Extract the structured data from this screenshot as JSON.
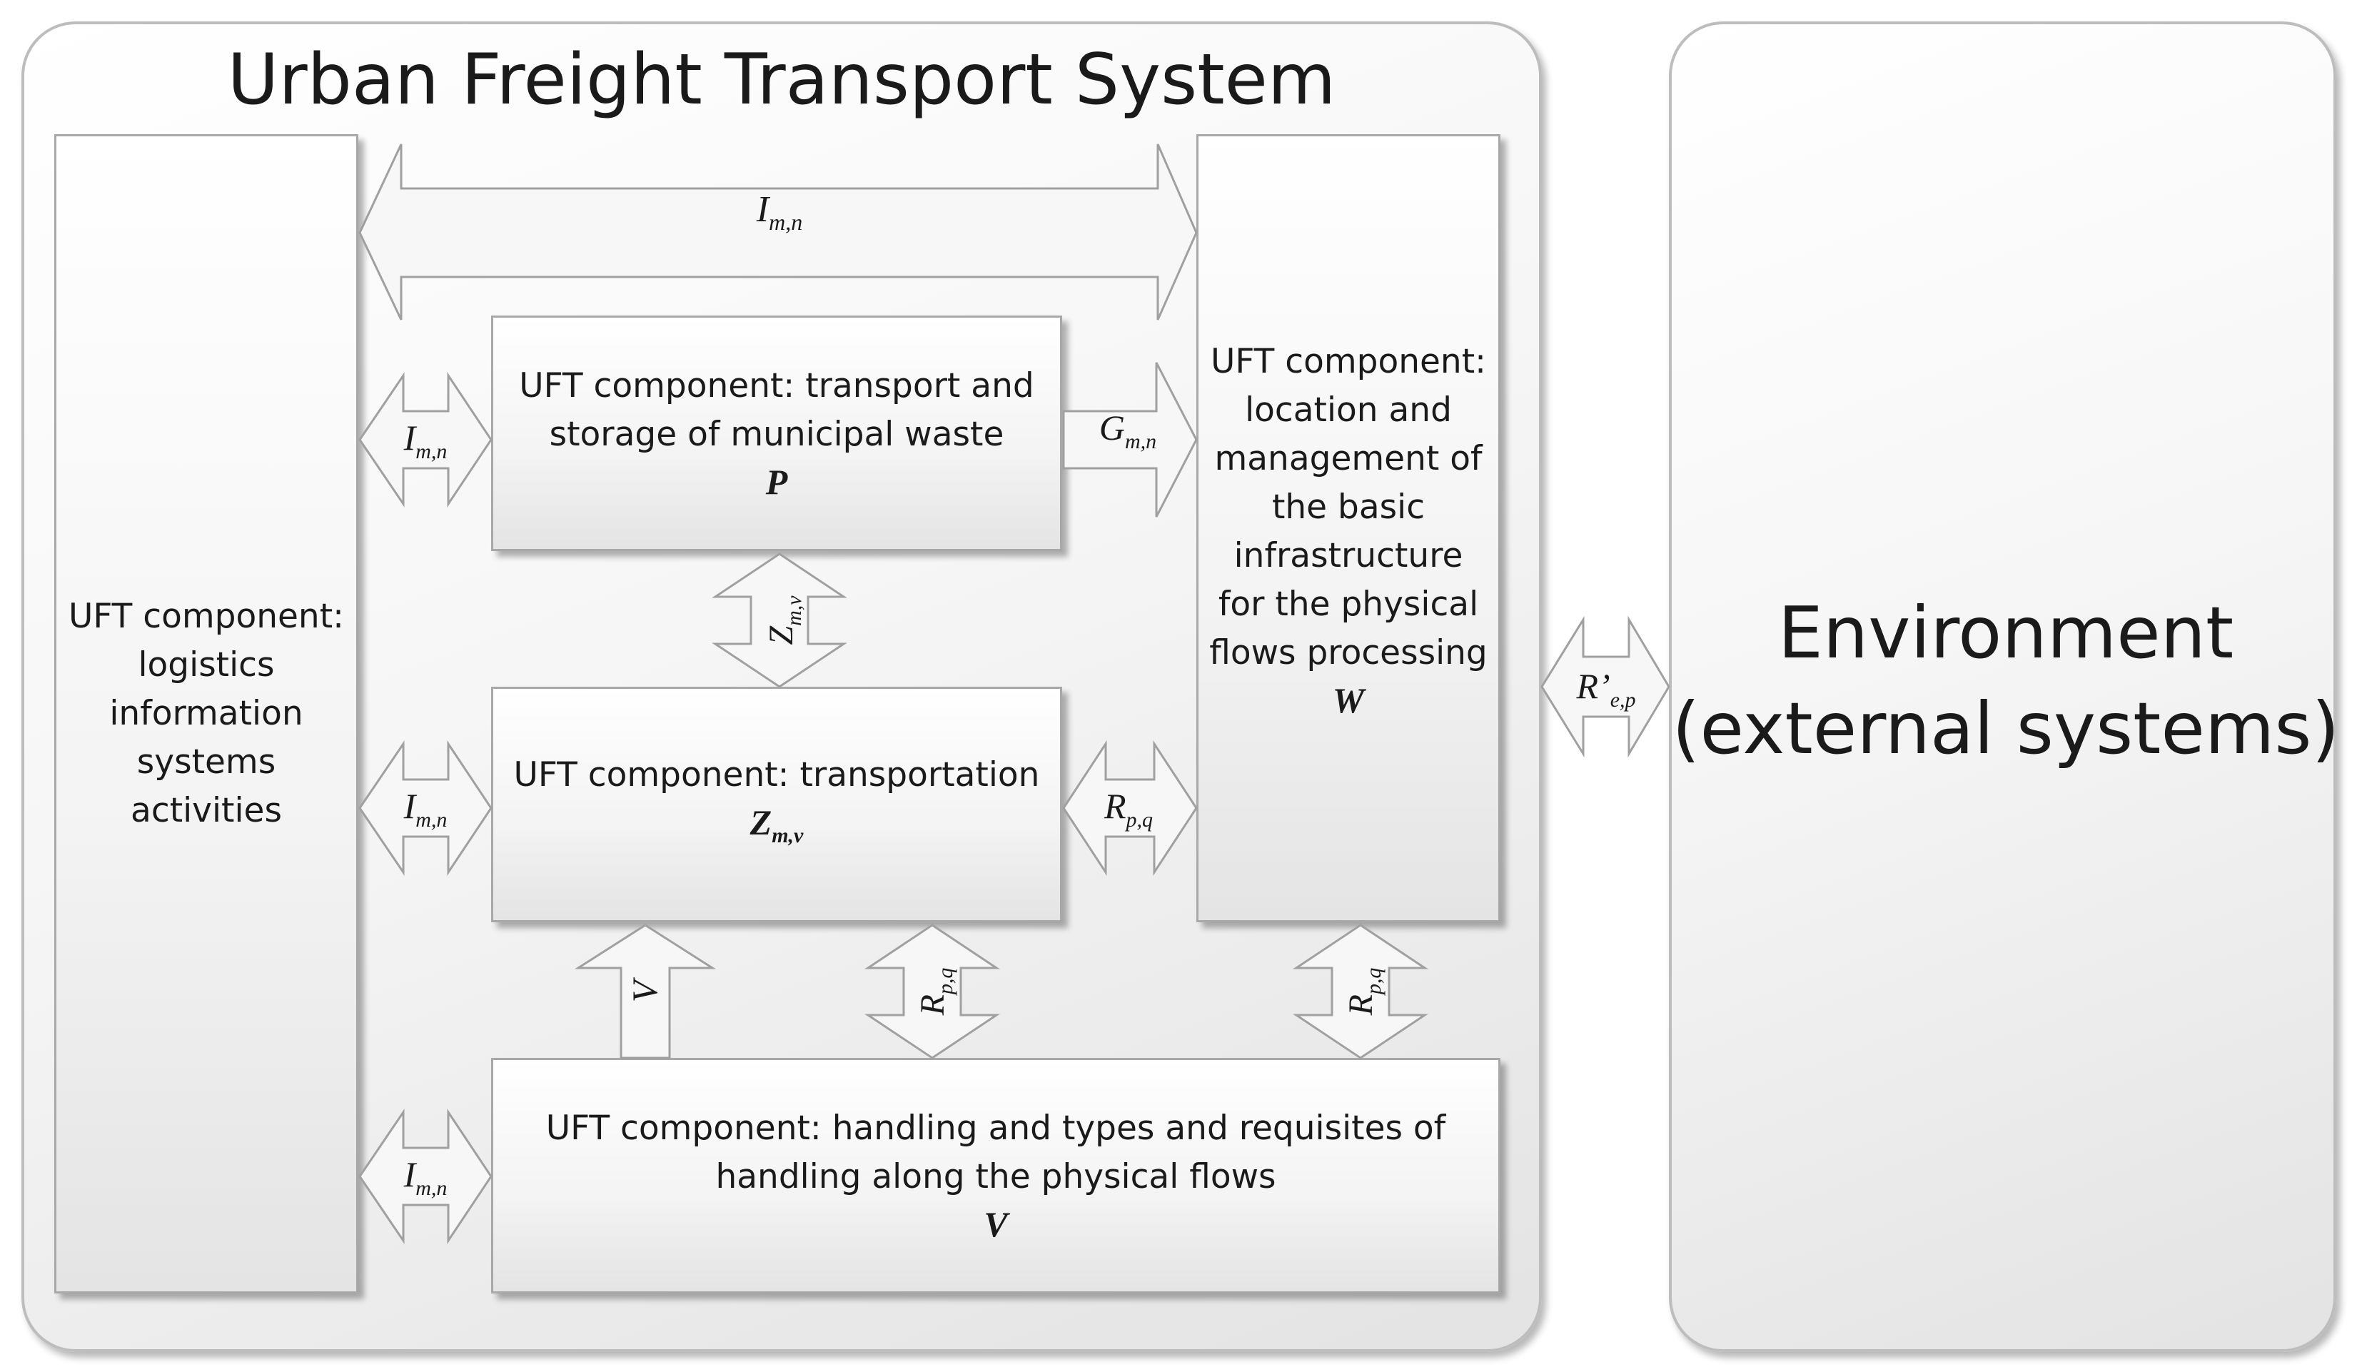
{
  "system": {
    "title": "Urban Freight Transport System",
    "environment_line1": "Environment",
    "environment_line2": "(external systems)"
  },
  "components": {
    "logistics": [
      "UFT component:",
      "logistics",
      "information",
      "systems",
      "activities"
    ],
    "waste": {
      "line1": "UFT component: transport and",
      "line2": "storage of municipal waste",
      "symbol": "P"
    },
    "transportation": {
      "line1": "UFT component: transportation",
      "symbol": "Z",
      "symbol_sub": "m,v"
    },
    "handling": {
      "line1": "UFT component: handling and types and requisites of",
      "line2": "handling along the physical flows",
      "symbol": "V"
    },
    "infrastructure": [
      "UFT component:",
      "location and",
      "management of",
      "the basic",
      "infrastructure",
      "for the physical",
      "flows processing"
    ],
    "infrastructure_symbol": "W"
  },
  "flows": {
    "I": {
      "main": "I",
      "sub": "m,n"
    },
    "G": {
      "main": "G",
      "sub": "m,n"
    },
    "Z": {
      "main": "Z",
      "sub": "m,v"
    },
    "R": {
      "main": "R",
      "sub": "p,q"
    },
    "V": {
      "main": "V"
    },
    "Rext": {
      "main": "R’",
      "sub": "e,p"
    }
  },
  "colors": {
    "border": "#bdbdbd",
    "box_border": "#a8a8a8",
    "arrow_stroke": "#a0a0a0",
    "arrow_fill": "#f7f7f7",
    "text": "#1a1a1a"
  }
}
